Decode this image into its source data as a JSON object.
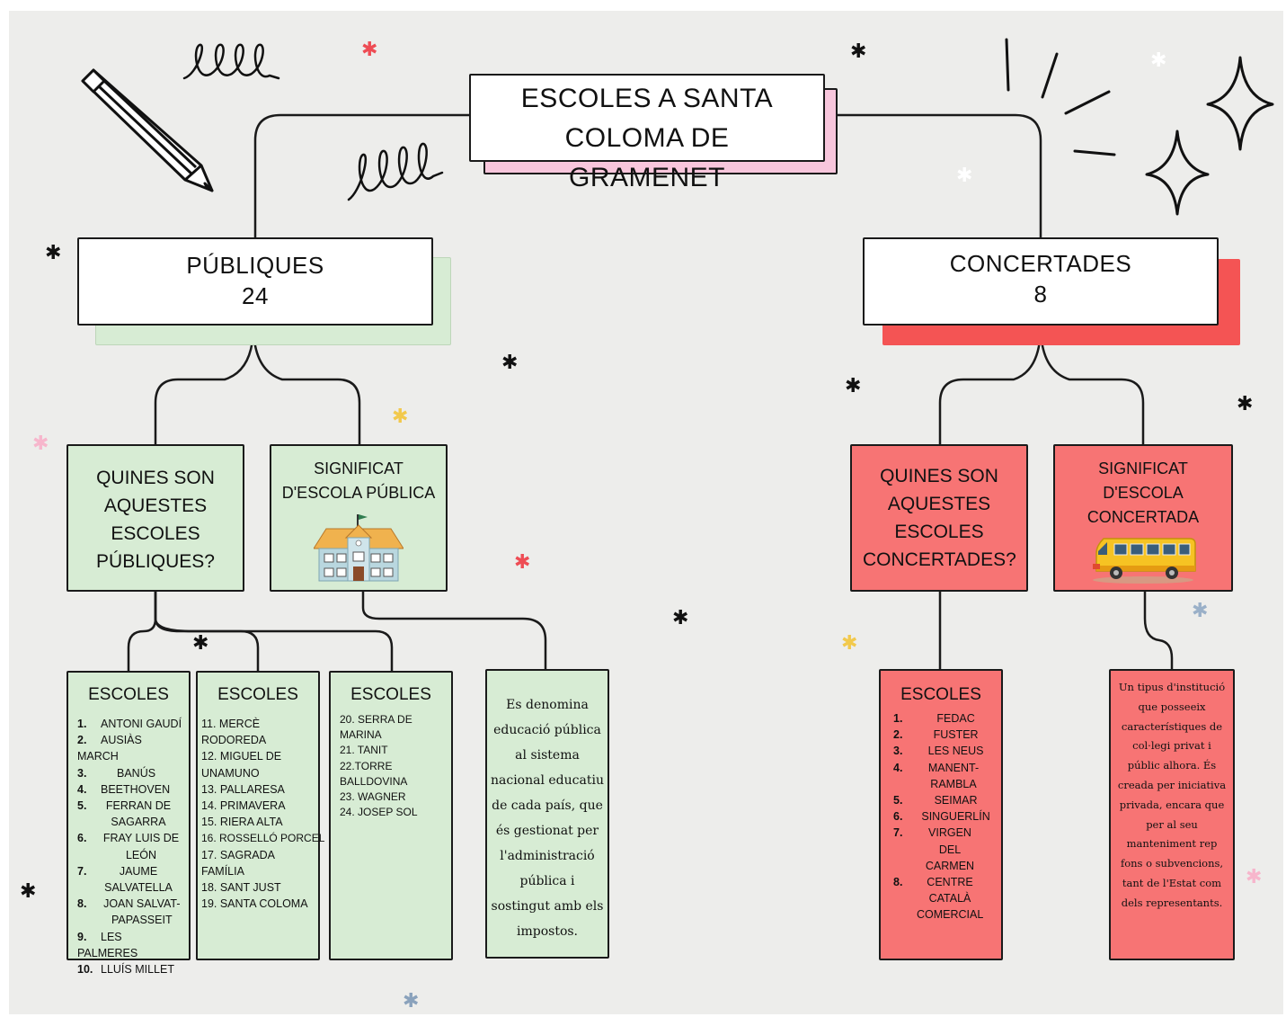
{
  "title": "ESCOLES A SANTA COLOMA DE GRAMENET",
  "publiques": {
    "label": "PÚBLIQUES",
    "count": "24",
    "question": "QUINES SON AQUESTES ESCOLES PÚBLIQUES?",
    "meaning_title": "SIGNIFICAT D'ESCOLA PÚBLICA",
    "meaning_text": "Es denomina educació pública al sistema nacional educatiu de cada país, que és gestionat per l'administració pública i sostingut amb els impostos.",
    "lists": [
      {
        "title": "ESCOLES",
        "items": [
          {
            "n": "1.",
            "name": "ANTONI GAUDÍ"
          },
          {
            "n": "2.",
            "name": "AUSIÀS MARCH"
          },
          {
            "n": "3.",
            "name": "BANÚS"
          },
          {
            "n": "4.",
            "name": "BEETHOVEN"
          },
          {
            "n": "5.",
            "name": "FERRAN DE SAGARRA"
          },
          {
            "n": "6.",
            "name": "FRAY LUIS DE LEÓN"
          },
          {
            "n": "7.",
            "name": "JAUME SALVATELLA"
          },
          {
            "n": "8.",
            "name": "JOAN SALVAT-PAPASSEIT"
          },
          {
            "n": "9.",
            "name": "LES PALMERES"
          },
          {
            "n": "10.",
            "name": "LLUÍS MILLET"
          }
        ]
      },
      {
        "title": "ESCOLES",
        "items": [
          "11. MERCÈ RODOREDA",
          "12. MIGUEL DE UNAMUNO",
          "13. PALLARESA",
          "14. PRIMAVERA",
          "15. RIERA ALTA",
          "16. ROSSELLÓ PORCEL",
          "17. SAGRADA FAMÍLIA",
          "18. SANT JUST",
          "19. SANTA COLOMA"
        ]
      },
      {
        "title": "ESCOLES",
        "items": [
          "20. SERRA DE MARINA",
          "21. TANIT",
          "22.TORRE BALLDOVINA",
          "23. WAGNER",
          "24. JOSEP SOL"
        ]
      }
    ]
  },
  "concertades": {
    "label": "CONCERTADES",
    "count": "8",
    "question": "QUINES SON AQUESTES ESCOLES CONCERTADES?",
    "meaning_title": "SIGNIFICAT D'ESCOLA CONCERTADA",
    "meaning_text": "Un tipus d'institució que posseeix característiques de col·legi privat i públic alhora. És creada per iniciativa privada, encara que per al seu manteniment rep fons o subvencions, tant de l'Estat com dels representants.",
    "list": {
      "title": "ESCOLES",
      "items": [
        {
          "n": "1.",
          "name": "FEDAC"
        },
        {
          "n": "2.",
          "name": "FUSTER"
        },
        {
          "n": "3.",
          "name": "LES NEUS"
        },
        {
          "n": "4.",
          "name": "MANENT-RAMBLA"
        },
        {
          "n": "5.",
          "name": "SEIMAR"
        },
        {
          "n": "6.",
          "name": "SINGUERLÍN"
        },
        {
          "n": "7.",
          "name": "VIRGEN DEL CARMEN"
        },
        {
          "n": "8.",
          "name": "CENTRE CATALÀ COMERCIAL"
        }
      ]
    }
  },
  "colors": {
    "green": "#d7ecd4",
    "red": "#f77474",
    "red_shadow": "#f45454",
    "pink_shadow": "#f8c6dc",
    "line": "#1a1a1a"
  },
  "icons": [
    "pencil-icon",
    "school-building-icon",
    "school-bus-icon",
    "sparkle-icon",
    "star-icon",
    "squiggle-icon"
  ]
}
